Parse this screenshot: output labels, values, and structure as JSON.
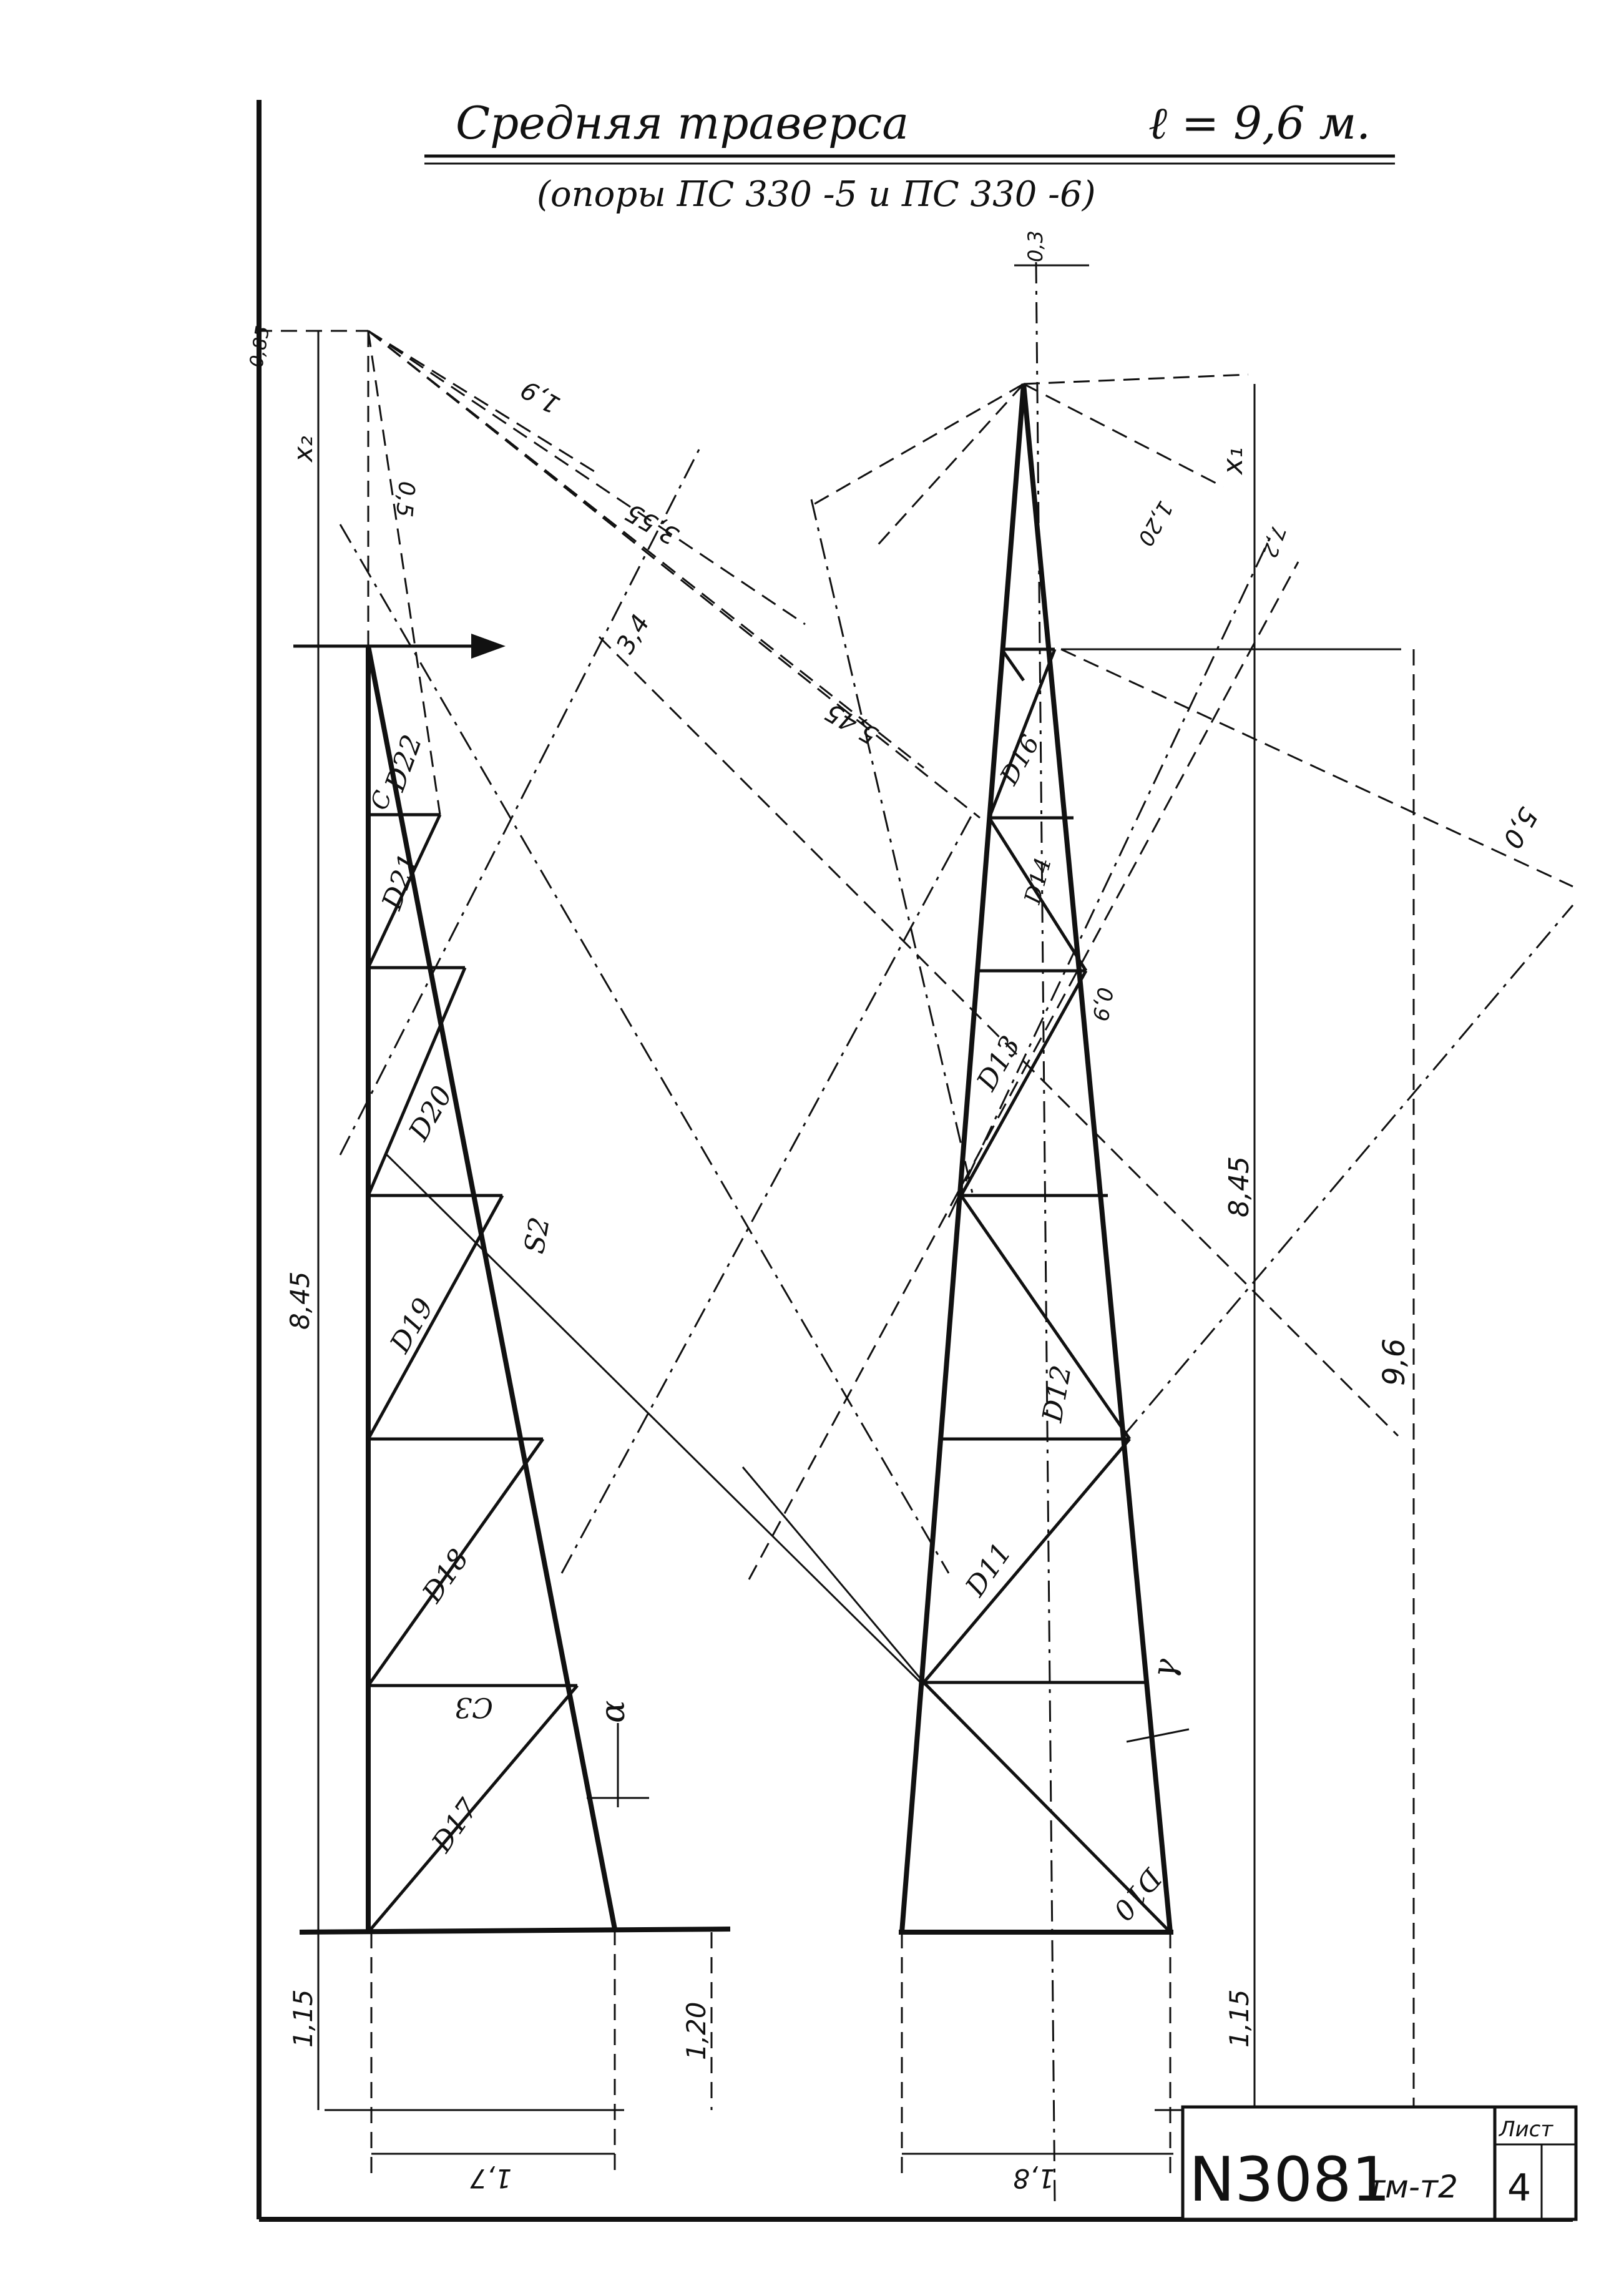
{
  "title": {
    "line1": "Средняя траверса",
    "length": "ℓ = 9,6 м.",
    "line2": "(опоры ПС 330 -5 и ПС 330 -6)"
  },
  "left_truss": {
    "dims": {
      "height": "8,45",
      "bottom_left": "1,15",
      "bottom_right": "1,20",
      "width": "1,7",
      "tip_offset": "0,85",
      "tip_x": "x₂",
      "top_off": "0,5",
      "diag_19": "1,9",
      "diag_355": "3,55",
      "diag_34": "3,4",
      "diag_545": "5,45"
    },
    "members": [
      "D22",
      "C",
      "D21",
      "D20",
      "S2",
      "D19",
      "D18",
      "C3",
      "D17"
    ],
    "angle": "α"
  },
  "right_truss": {
    "dims": {
      "top_off": "0,3",
      "x1": "x₁",
      "dim_120": "1,20",
      "dim_7": "7,2",
      "height_845": "8,45",
      "height_96": "9,6",
      "bottom": "1,15",
      "width": "1,8",
      "diag_50": "5,0",
      "diag_09": "0,9"
    },
    "members": [
      "D16",
      "D14",
      "D13",
      "D12",
      "D11",
      "D10"
    ],
    "angle": "γ"
  },
  "stamp": {
    "number": "N3081",
    "code": "тм-т2",
    "sheet_label": "Лист",
    "sheet_value": "4"
  }
}
